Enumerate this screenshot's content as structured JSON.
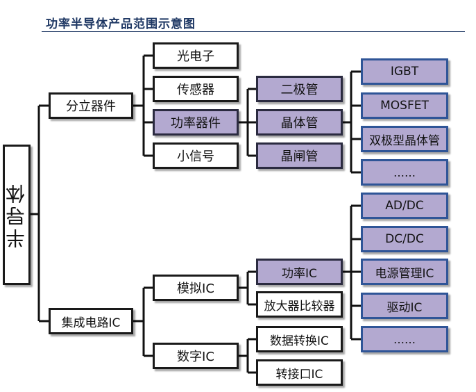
{
  "title": "功率半导体产品范围示意图",
  "root": "半导体",
  "level1": {
    "discrete": "分立器件",
    "ic": "集成电路IC"
  },
  "discrete_children": {
    "optoelectronic": "光电子",
    "sensor": "传感器",
    "power_device": "功率器件",
    "small_signal": "小信号"
  },
  "power_device_children": {
    "diode": "二极管",
    "transistor": "晶体管",
    "thyristor": "晶闸管"
  },
  "transistor_children": {
    "igbt": "IGBT",
    "mosfet": "MOSFET",
    "bjt": "双极型晶体管",
    "more": "……"
  },
  "ic_children": {
    "analog": "模拟IC",
    "digital": "数字IC"
  },
  "analog_children": {
    "power_ic": "功率IC",
    "amplifier": "放大器比较器"
  },
  "power_ic_children": {
    "acdc": "AD/DC",
    "dcdc": "DC/DC",
    "pmic": "电源管理IC",
    "driver": "驱动IC",
    "more": "……"
  },
  "digital_children": {
    "data_conversion": "数据转换IC",
    "interface": "转接口IC"
  }
}
